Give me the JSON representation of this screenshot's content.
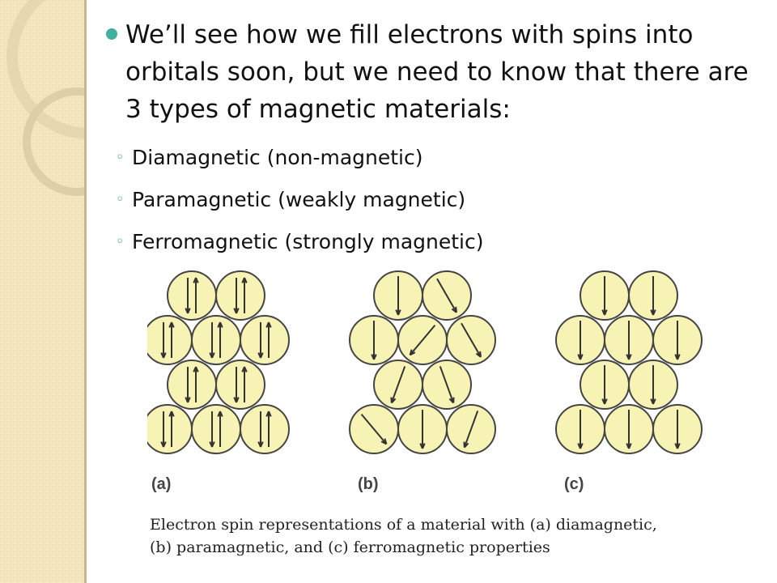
{
  "bullet_main": "We’ll see how we fill electrons with spins into orbitals soon, but we need to know that there are 3 types of magnetic materials:",
  "sub_bullets": [
    "Diamagnetic (non-magnetic)",
    "Paramagnetic (weakly magnetic)",
    "Ferromagnetic (strongly magnetic)"
  ],
  "figure": {
    "labels": [
      "(a)",
      "(b)",
      "(c)"
    ],
    "caption_line1": "Electron spin representations of a material with (a) diamagnetic,",
    "caption_line2": "(b) paramagnetic, and (c) ferromagnetic properties",
    "colors": {
      "circle_fill": "#f7f3b4",
      "circle_stroke": "#444444",
      "arrow": "#333333"
    }
  },
  "theme": {
    "sidebar_bg": "#f3e6c0",
    "divider": "#c8b48c",
    "bullet": "#3fb0a0"
  }
}
